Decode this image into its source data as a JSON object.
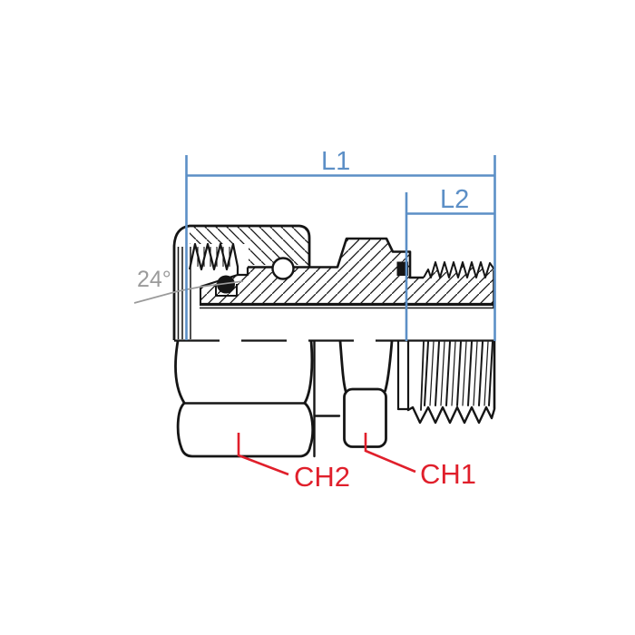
{
  "labels": {
    "l1": "L1",
    "l2": "L2",
    "angle": "24°",
    "ch2": "CH2",
    "ch1": "CH1"
  },
  "colors": {
    "dimension_blue": "#5c8fc6",
    "callout_red": "#e01f2b",
    "angle_gray": "#9b9b9b",
    "drawing_black": "#151515"
  }
}
